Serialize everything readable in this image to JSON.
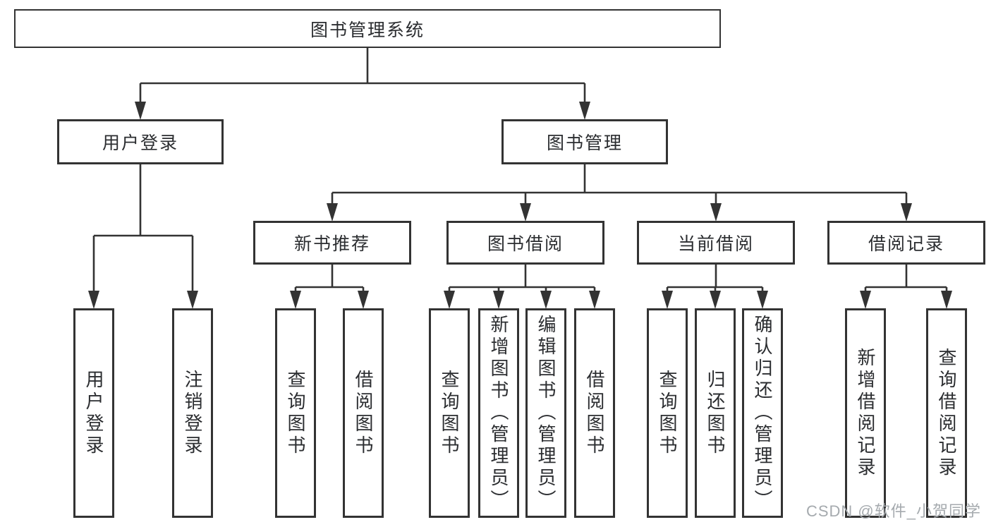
{
  "tree": {
    "root": {
      "label": "图书管理系统"
    },
    "branches": [
      {
        "label": "用户登录",
        "children": [
          {
            "label": "用户登录"
          },
          {
            "label": "注销登录"
          }
        ]
      },
      {
        "label": "图书管理",
        "children": [
          {
            "label": "新书推荐",
            "children": [
              {
                "label": "查询图书"
              },
              {
                "label": "借阅图书"
              }
            ]
          },
          {
            "label": "图书借阅",
            "children": [
              {
                "label": "查询图书"
              },
              {
                "label": "新增图书（管理员）"
              },
              {
                "label": "编辑图书（管理员）"
              },
              {
                "label": "借阅图书"
              }
            ]
          },
          {
            "label": "当前借阅",
            "children": [
              {
                "label": "查询图书"
              },
              {
                "label": "归还图书"
              },
              {
                "label": "确认归还（管理员）"
              }
            ]
          },
          {
            "label": "借阅记录",
            "children": [
              {
                "label": "新增借阅记录"
              },
              {
                "label": "查询借阅记录"
              }
            ]
          }
        ]
      }
    ]
  },
  "watermark": {
    "text": "CSDN @软件_小贺同学"
  },
  "colors": {
    "line": "#333333",
    "text": "#2b2d30",
    "watermark": "#a5aaae",
    "background": "#ffffff"
  }
}
